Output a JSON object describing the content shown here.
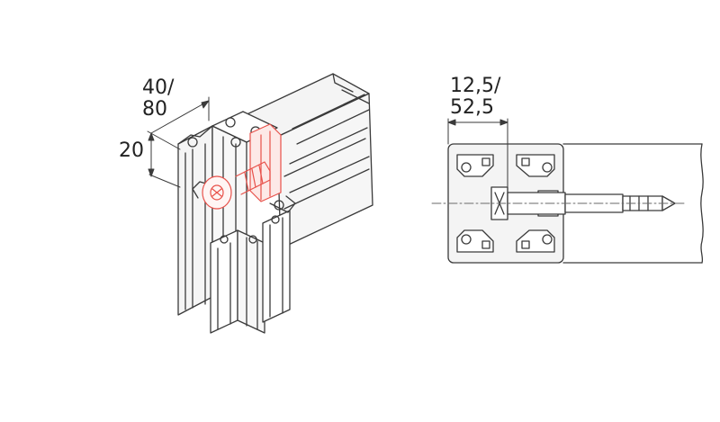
{
  "left_view": {
    "dim_width_line1": "40/",
    "dim_width_line2": "80",
    "dim_height": "20"
  },
  "right_view": {
    "dim_offset_line1": "12,5/",
    "dim_offset_line2": "52,5"
  },
  "colors": {
    "line": "#3a3a3a",
    "fastener_highlight": "#e8514a",
    "profile_fill": "#f4f4f4",
    "centerline": "#6a6a6a"
  }
}
